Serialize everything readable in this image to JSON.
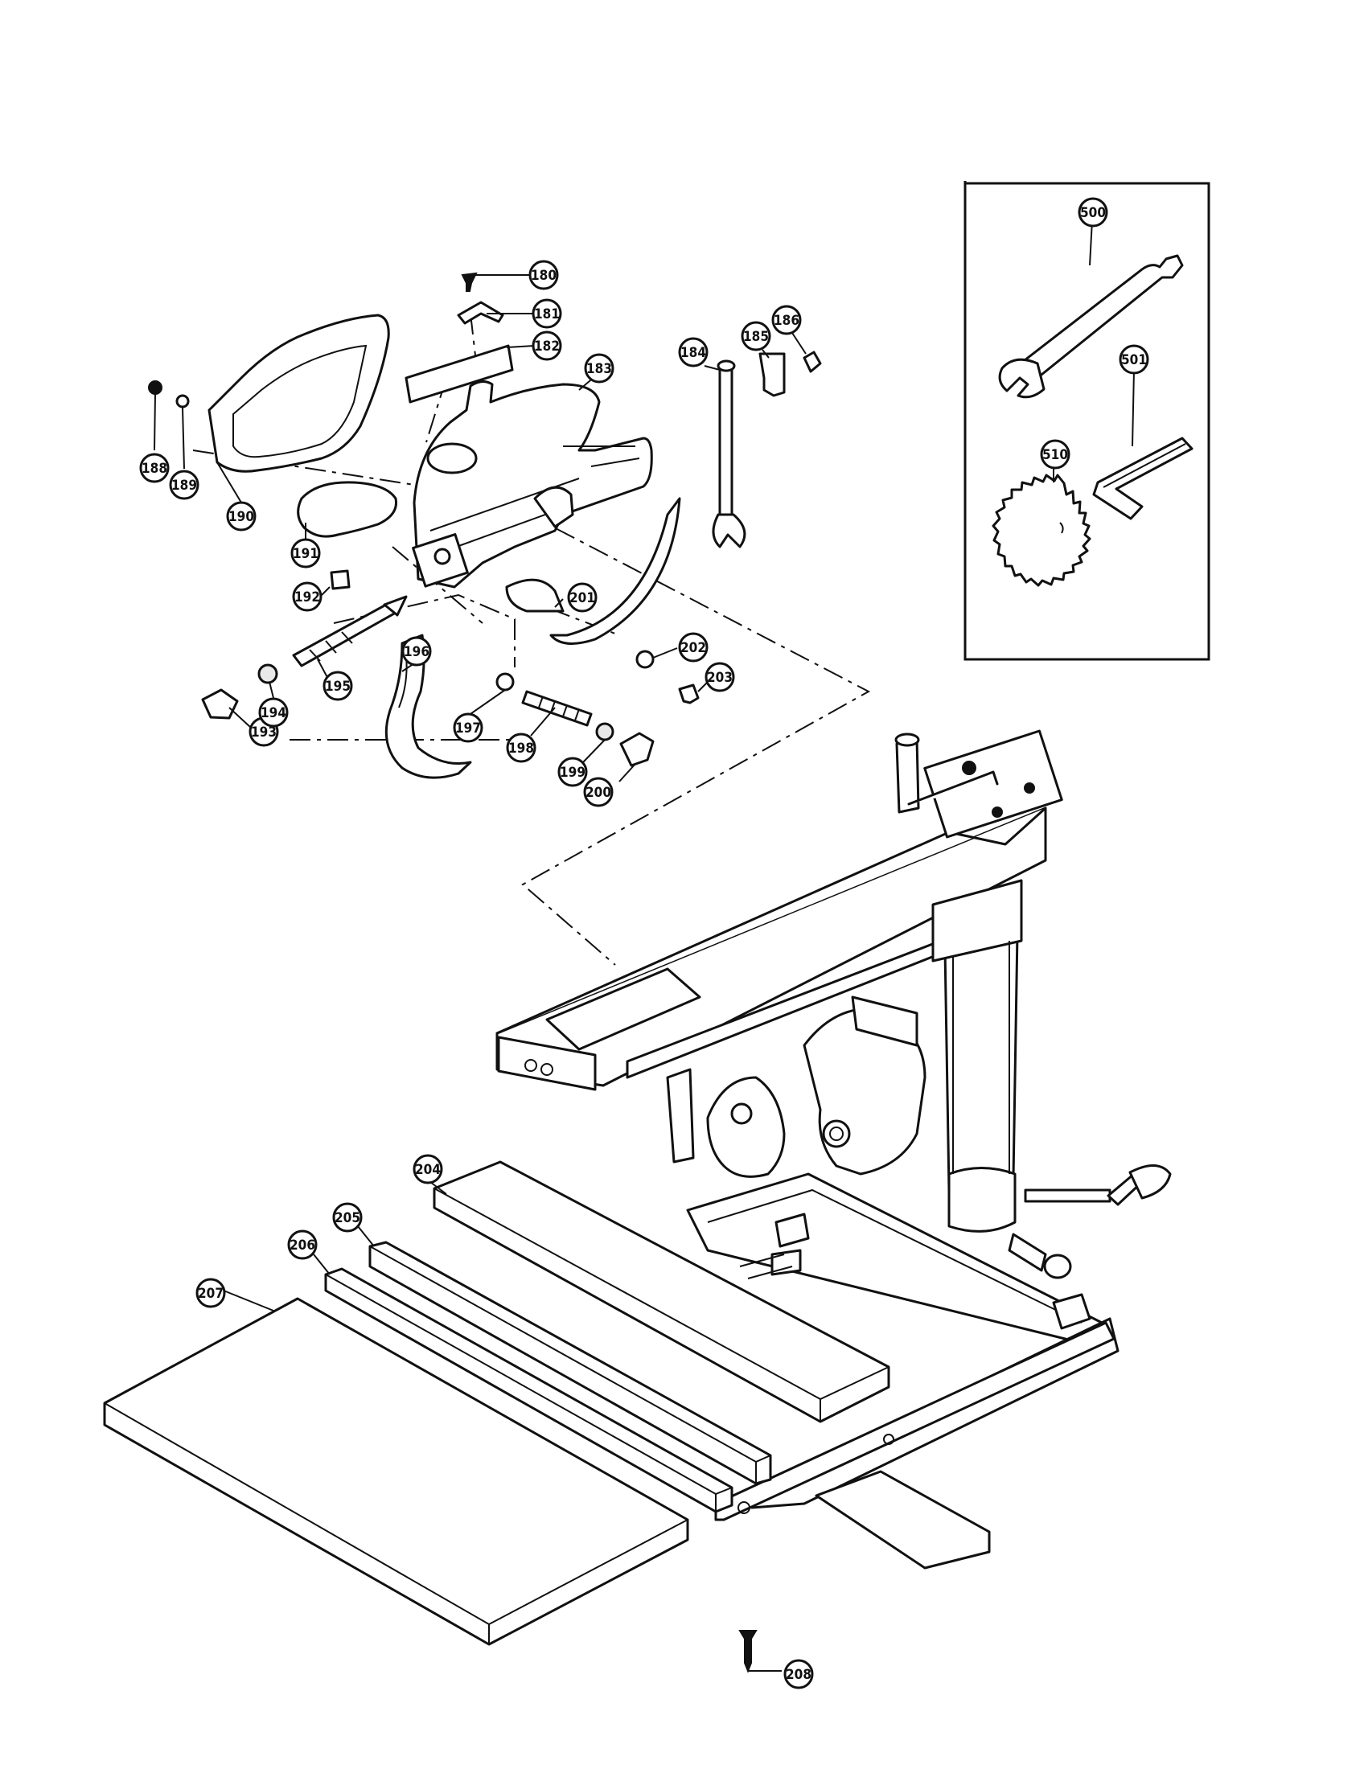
{
  "callouts": [
    {
      "id": "180",
      "label": "180"
    },
    {
      "id": "181",
      "label": "181"
    },
    {
      "id": "182",
      "label": "182"
    },
    {
      "id": "183",
      "label": "183"
    },
    {
      "id": "184",
      "label": "184"
    },
    {
      "id": "185",
      "label": "185"
    },
    {
      "id": "186",
      "label": "186"
    },
    {
      "id": "188",
      "label": "188"
    },
    {
      "id": "189",
      "label": "189"
    },
    {
      "id": "190",
      "label": "190"
    },
    {
      "id": "191",
      "label": "191"
    },
    {
      "id": "192",
      "label": "192"
    },
    {
      "id": "193",
      "label": "193"
    },
    {
      "id": "194",
      "label": "194"
    },
    {
      "id": "195",
      "label": "195"
    },
    {
      "id": "196",
      "label": "196"
    },
    {
      "id": "197",
      "label": "197"
    },
    {
      "id": "198",
      "label": "198"
    },
    {
      "id": "199",
      "label": "199"
    },
    {
      "id": "200",
      "label": "200"
    },
    {
      "id": "201",
      "label": "201"
    },
    {
      "id": "202",
      "label": "202"
    },
    {
      "id": "203",
      "label": "203"
    },
    {
      "id": "204",
      "label": "204"
    },
    {
      "id": "205",
      "label": "205"
    },
    {
      "id": "206",
      "label": "206"
    },
    {
      "id": "207",
      "label": "207"
    },
    {
      "id": "208",
      "label": "208"
    },
    {
      "id": "500",
      "label": "500"
    },
    {
      "id": "501",
      "label": "501"
    },
    {
      "id": "510",
      "label": "510"
    }
  ],
  "colors": {
    "ink": "#111111",
    "paper": "#ffffff"
  }
}
